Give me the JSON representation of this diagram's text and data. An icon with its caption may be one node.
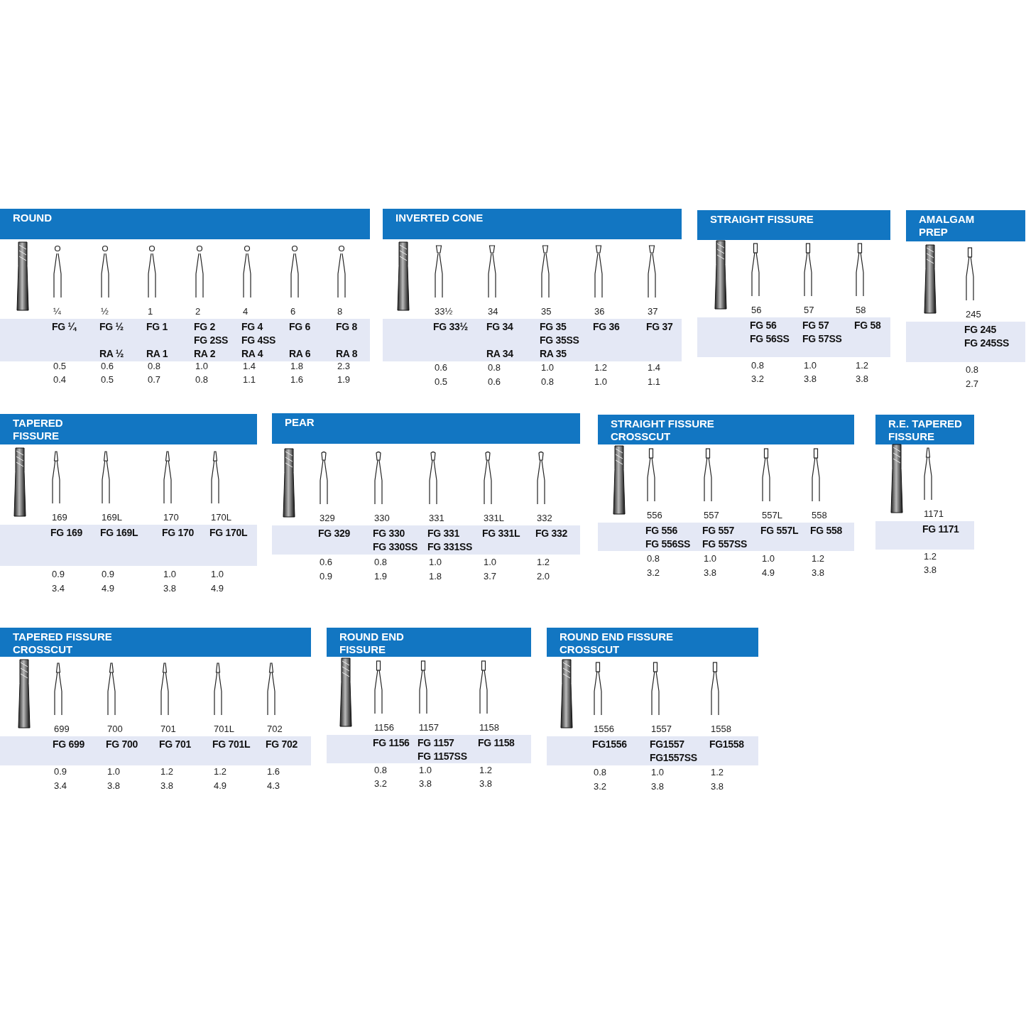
{
  "diagram": {
    "nodes": [
      {
        "text": [
          "ROUND"
        ]
      },
      {
        "text": [
          "FG ¼",
          "FG ½",
          "RA ½",
          "FG 1",
          "RA 1",
          "FG 2",
          "FG 2SS",
          "RA 2",
          "FG 4",
          "FG 4SS",
          "RA 4",
          "FG 6",
          "RA 6",
          "FG 8",
          "RA 8"
        ]
      },
      {
        "text": [
          "INVERTED CONE"
        ]
      },
      {
        "text": [
          "FG 33½",
          "FG 34",
          "RA 34",
          "FG 35",
          "FG 35SS",
          "RA 35",
          "FG 36",
          "FG 37"
        ]
      },
      {
        "text": [
          "STRAIGHT FISSURE"
        ]
      },
      {
        "text": [
          "FG 56",
          "FG 56SS",
          "FG 57",
          "FG 57SS",
          "FG 58"
        ]
      },
      {
        "text": [
          "AMALGAM PREP"
        ]
      },
      {
        "text": [
          "FG 245",
          "FG 245SS"
        ]
      },
      {
        "text": [
          "TAPERED FISSURE"
        ]
      },
      {
        "text": [
          "FG 169",
          "FG 169L",
          "FG 170",
          "FG 170L"
        ]
      },
      {
        "text": [
          "PEAR"
        ]
      },
      {
        "text": [
          "FG 329",
          "FG 330",
          "FG 330SS",
          "FG 331",
          "FG 331SS",
          "FG 331L",
          "FG 332"
        ]
      },
      {
        "text": [
          "STRAIGHT FISSURE CROSSCUT"
        ]
      },
      {
        "text": [
          "FG 556",
          "FG 556SS",
          "FG 557",
          "FG 557SS",
          "FG 557L",
          "FG 558"
        ]
      },
      {
        "text": [
          "R.E. TAPERED FISSURE"
        ]
      },
      {
        "text": [
          "FG 1171"
        ]
      },
      {
        "text": [
          "TAPERED FISSURE CROSSCUT"
        ]
      },
      {
        "text": [
          "FG 699",
          "FG 700",
          "FG 701",
          "FG 701L",
          "FG 702"
        ]
      },
      {
        "text": [
          "ROUND END FISSURE"
        ]
      },
      {
        "text": [
          "FG 1156",
          "FG 1157",
          "FG 1157SS",
          "FG 1158"
        ]
      },
      {
        "text": [
          "ROUND END FISSURE CROSSCUT"
        ]
      },
      {
        "text": [
          "FG1556",
          "FG1557",
          "FG1557SS",
          "FG1558"
        ]
      }
    ],
    "labels": [
      "¼",
      "½",
      "1",
      "2",
      "4",
      "6",
      "8",
      "0.5",
      "0.6",
      "0.8",
      "1.0",
      "1.4",
      "1.8",
      "2.3",
      "0.4",
      "0.5",
      "0.7",
      "0.8",
      "1.1",
      "1.6",
      "1.9",
      "33½",
      "34",
      "35",
      "36",
      "37",
      "0.6",
      "0.8",
      "1.0",
      "1.2",
      "1.4",
      "0.5",
      "0.6",
      "0.8",
      "1.0",
      "1.1",
      "56",
      "57",
      "58",
      "0.8",
      "1.0",
      "1.2",
      "3.2",
      "3.8",
      "3.8",
      "245",
      "0.8",
      "2.7",
      "169",
      "169L",
      "170",
      "170L",
      "0.9",
      "0.9",
      "1.0",
      "1.0",
      "3.4",
      "4.9",
      "3.8",
      "4.9",
      "329",
      "330",
      "331",
      "331L",
      "332",
      "0.6",
      "0.8",
      "1.0",
      "1.0",
      "1.2",
      "0.9",
      "1.9",
      "1.8",
      "3.7",
      "2.0",
      "556",
      "557",
      "557L",
      "558",
      "0.8",
      "1.0",
      "1.0",
      "1.2",
      "3.2",
      "3.8",
      "4.9",
      "3.8",
      "1171",
      "1.2",
      "3.8",
      "699",
      "700",
      "701",
      "701L",
      "702",
      "0.9",
      "1.0",
      "1.2",
      "1.2",
      "1.6",
      "3.4",
      "3.8",
      "3.8",
      "4.9",
      "4.3",
      "1156",
      "1157",
      "1158",
      "0.8",
      "1.0",
      "1.2",
      "3.2",
      "3.8",
      "3.8",
      "1556",
      "1557",
      "1558",
      "0.8",
      "1.0",
      "1.2",
      "3.2",
      "3.8",
      "3.8"
    ]
  }
}
